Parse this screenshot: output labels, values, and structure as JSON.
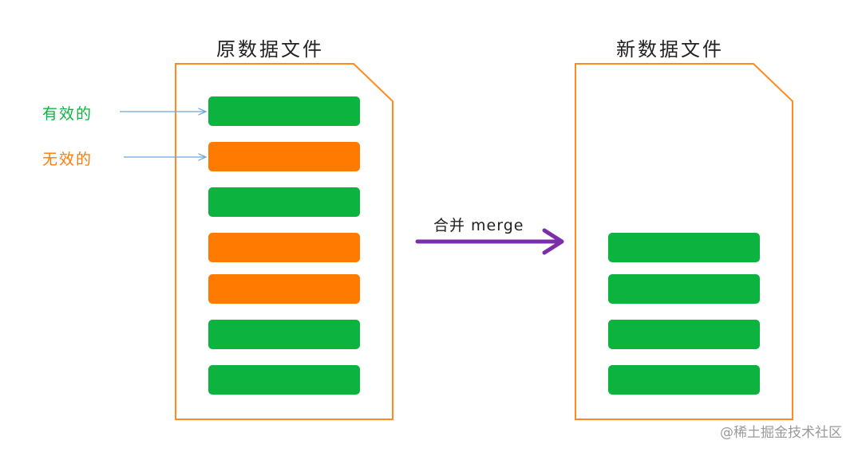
{
  "colors": {
    "valid": "#0CB33F",
    "invalid": "#FF7A00",
    "file_border": "#FF8A1F",
    "merge_arrow": "#7A2EA8",
    "pointer": "#6FA8DC"
  },
  "original_file": {
    "title": "原数据文件",
    "records": [
      "valid",
      "invalid",
      "valid",
      "invalid",
      "invalid",
      "valid",
      "valid"
    ]
  },
  "new_file": {
    "title": "新数据文件",
    "records": [
      "valid",
      "valid",
      "valid",
      "valid"
    ]
  },
  "legend": {
    "valid_label": "有效的",
    "invalid_label": "无效的"
  },
  "merge": {
    "label": "合并 merge"
  },
  "watermark": "@稀土掘金技术社区"
}
